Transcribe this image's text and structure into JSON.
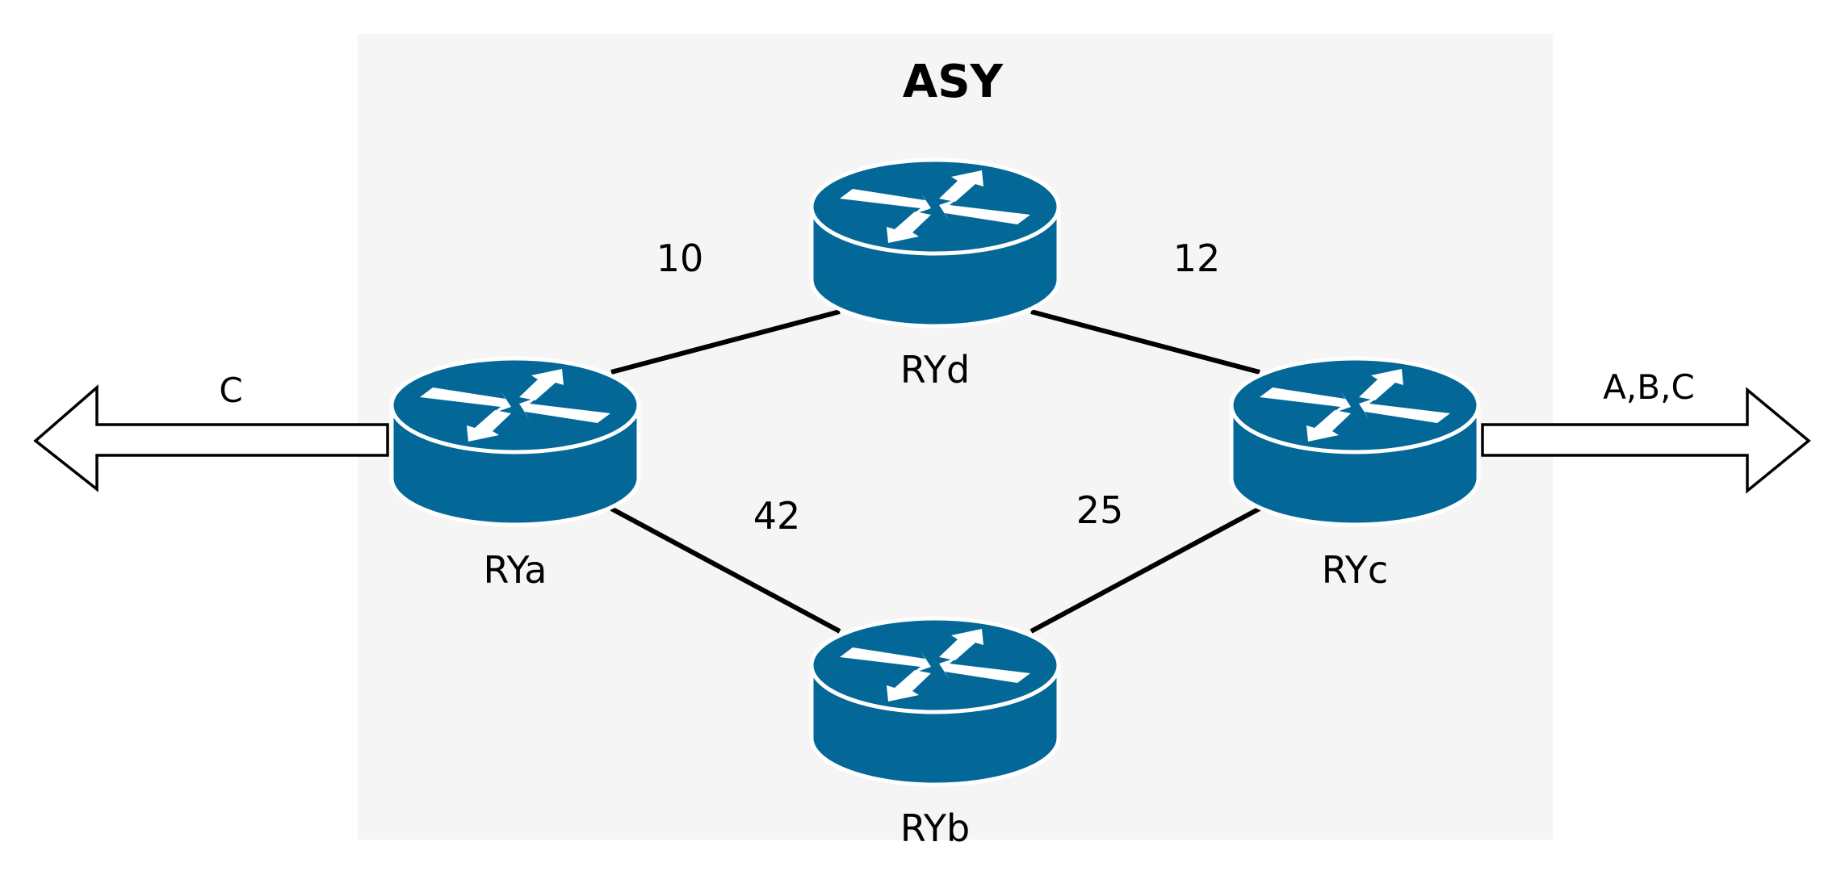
{
  "title": "ASY",
  "colors": {
    "region": "#f5f5f5",
    "router": "#036897",
    "router_outline": "#ffffff",
    "link": "#000000",
    "arrow_fill": "#ffffff",
    "arrow_stroke": "#000000"
  },
  "icon": "router-icon",
  "routers": [
    {
      "id": "rya",
      "label": "RYa"
    },
    {
      "id": "ryb",
      "label": "RYb"
    },
    {
      "id": "ryc",
      "label": "RYc"
    },
    {
      "id": "ryd",
      "label": "RYd"
    }
  ],
  "links": [
    {
      "from": "rya",
      "to": "ryd",
      "cost": "10"
    },
    {
      "from": "ryd",
      "to": "ryc",
      "cost": "12"
    },
    {
      "from": "rya",
      "to": "ryb",
      "cost": "42"
    },
    {
      "from": "ryb",
      "to": "ryc",
      "cost": "25"
    }
  ],
  "externals": [
    {
      "attached_to": "rya",
      "direction": "left",
      "label": "C"
    },
    {
      "attached_to": "ryc",
      "direction": "right",
      "label": "A,B,C"
    }
  ]
}
